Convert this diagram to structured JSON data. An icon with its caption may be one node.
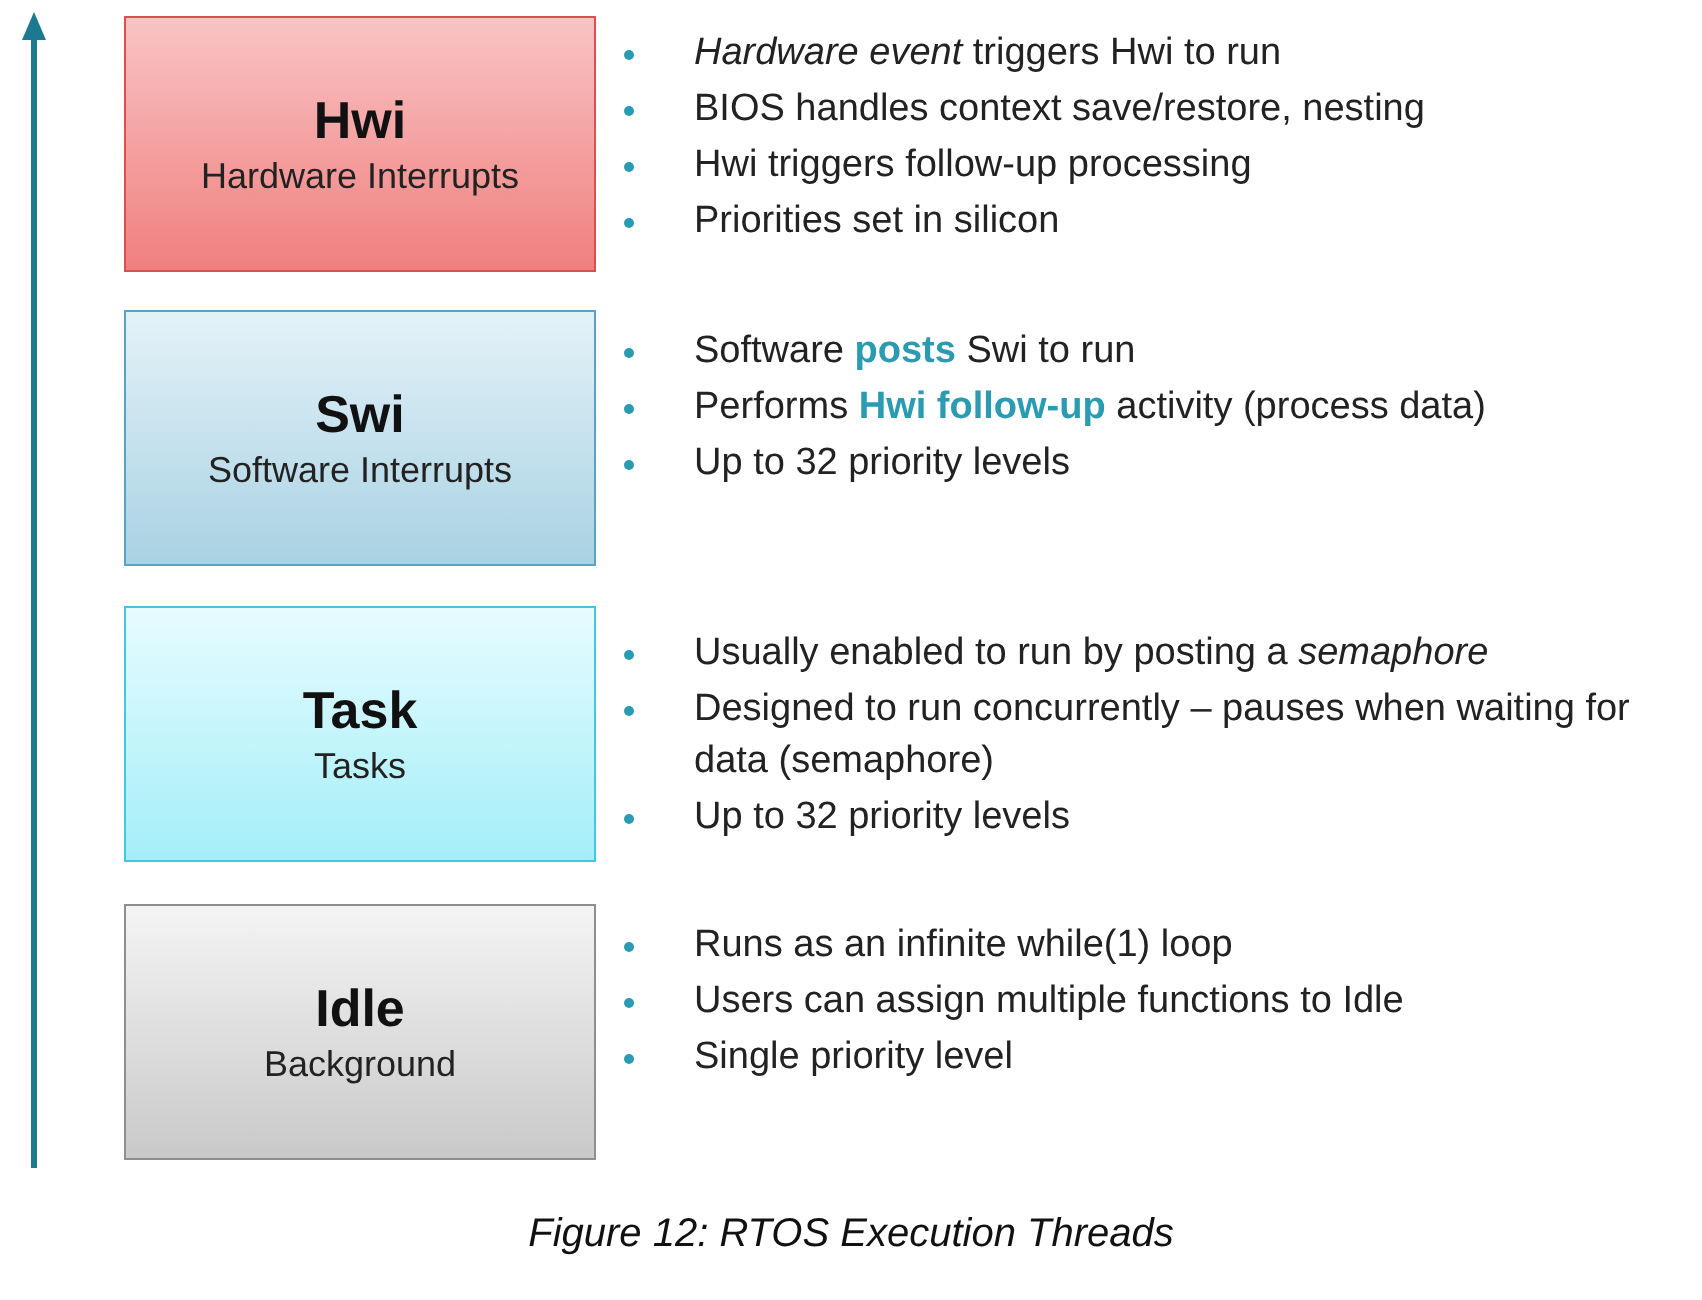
{
  "diagram": {
    "caption": "Figure 12: RTOS Execution Threads",
    "nodes": [
      {
        "text": [
          "Hwi",
          "Hardware Interrupts"
        ],
        "beside": [
          "*Hardware event* triggers Hwi to run",
          "BIOS handles context save/restore, nesting",
          "Hwi triggers follow-up processing",
          "Priorities set in silicon"
        ]
      },
      {
        "text": [
          "Swi",
          "Software Interrupts"
        ],
        "beside": [
          "Software **posts** Swi to run",
          "Performs **Hwi follow-up** activity (process data)",
          "Up to 32 priority levels"
        ]
      },
      {
        "text": [
          "Task",
          "Tasks"
        ],
        "beside": [
          "Usually enabled to run by posting a *semaphore*",
          "Designed to run concurrently – pauses when waiting for data (semaphore)",
          "Up to 32 priority levels"
        ]
      },
      {
        "text": [
          "Idle",
          "Background"
        ],
        "beside": [
          "Runs as an infinite while(1) loop",
          "Users can assign multiple functions to Idle",
          "Single priority level"
        ]
      }
    ]
  }
}
